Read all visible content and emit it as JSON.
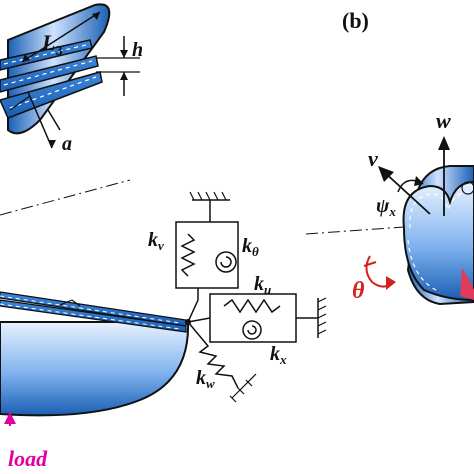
{
  "panel_b_label": "(b)",
  "left_labels": {
    "length": "L",
    "length_sub": "3",
    "thickness": "h",
    "gap": "a",
    "spring_v": "k",
    "spring_v_sub": "v",
    "spring_theta": "k",
    "spring_theta_sub": "θ",
    "spring_u": "k",
    "spring_u_sub": "u",
    "spring_x": "k",
    "spring_x_sub": "x",
    "spring_w": "k",
    "spring_w_sub": "w",
    "load": "load"
  },
  "right_labels": {
    "axis_w": "w",
    "axis_v": "v",
    "rotation_psi": "ψ",
    "rotation_psi_sub": "x",
    "rotation_theta": "θ"
  },
  "colors": {
    "shell_dark": "#1a5fb4",
    "shell_light": "#e8f2ff",
    "load": "#e000a0",
    "theta": "#d42020",
    "text": "#111111"
  }
}
